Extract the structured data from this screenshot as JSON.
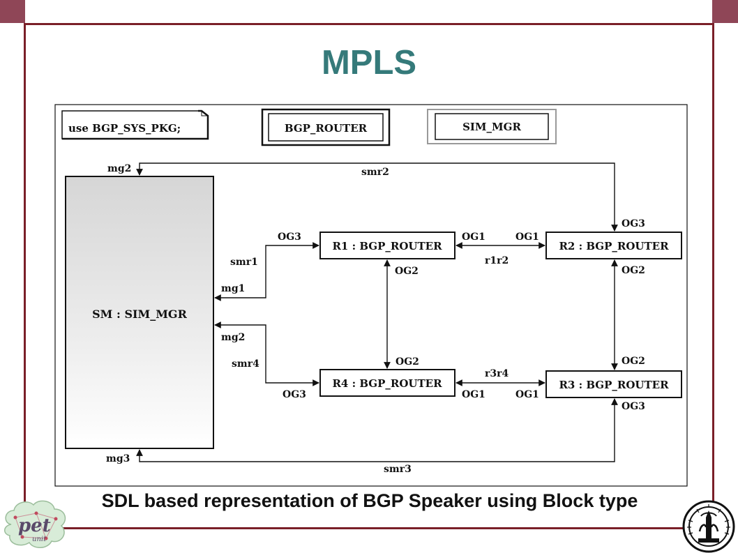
{
  "slide": {
    "title": "MPLS",
    "caption": "SDL based representation of BGP Speaker using Block type",
    "colors": {
      "frame": "#7a1f28",
      "title": "#357a7a",
      "corner": "#8f4657"
    }
  },
  "diagram": {
    "package_ref": "use BGP_SYS_PKG;",
    "block_types": [
      "BGP_ROUTER",
      "SIM_MGR"
    ],
    "blocks": {
      "sm": "SM : SIM_MGR",
      "r1": "R1 : BGP_ROUTER",
      "r2": "R2 : BGP_ROUTER",
      "r3": "R3 : BGP_ROUTER",
      "r4": "R4 : BGP_ROUTER"
    },
    "channels": {
      "smr2": "smr2",
      "smr1": "smr1",
      "smr4": "smr4",
      "smr3": "smr3",
      "r1r2": "r1r2",
      "r3r4": "r3r4"
    },
    "gates": {
      "mg2_top": "mg2",
      "mg1": "mg1",
      "mg2_mid": "mg2",
      "mg3": "mg3",
      "r1_og3": "OG3",
      "r1_og1": "OG1",
      "r1_og2": "OG2",
      "r2_og1": "OG1",
      "r2_og3": "OG3",
      "r2_og2": "OG2",
      "r4_og2": "OG2",
      "r4_og3": "OG3",
      "r4_og1": "OG1",
      "r3_og2": "OG2",
      "r3_og1": "OG1",
      "r3_og3": "OG3"
    }
  },
  "logos": {
    "left_text": "pet",
    "left_subtext": "unit"
  }
}
